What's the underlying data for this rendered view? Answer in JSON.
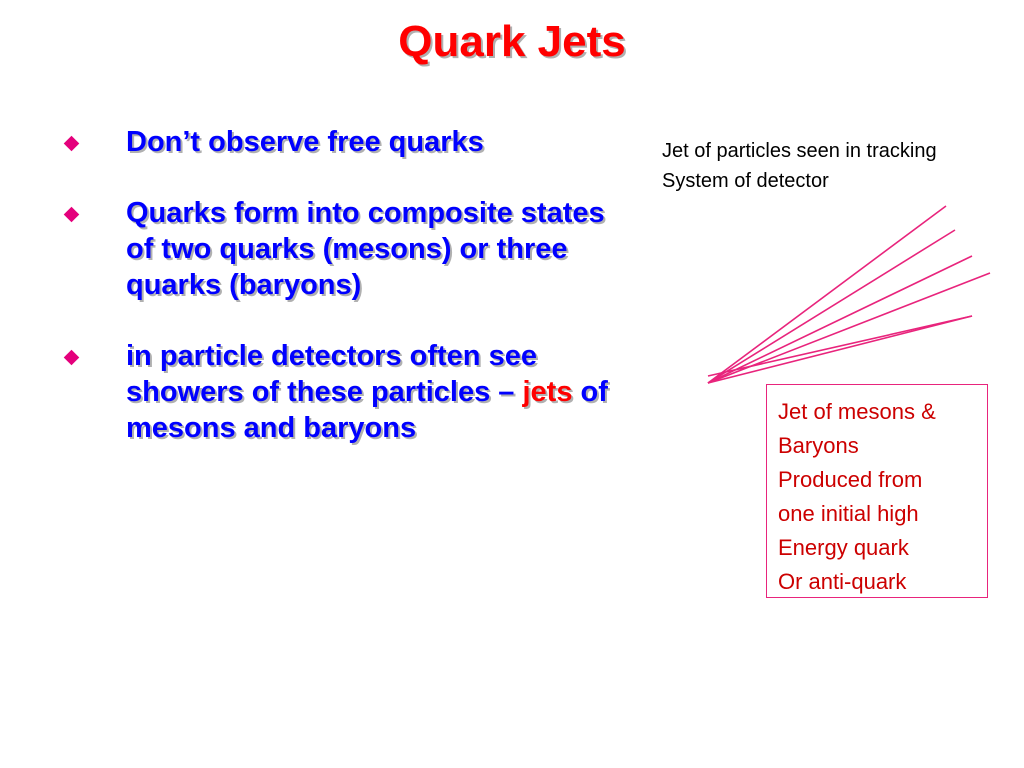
{
  "title": "Quark Jets",
  "bullets": [
    {
      "text": "Don’t observe free quarks"
    },
    {
      "text": "Quarks form into composite states of two quarks (mesons) or three quarks (baryons)"
    },
    {
      "before": "in particle detectors often see showers of these particles – ",
      "highlight": "jets",
      "after": " of mesons and baryons"
    }
  ],
  "caption": {
    "line1": "Jet of particles seen in tracking",
    "line2": "System of detector"
  },
  "box": {
    "lines": [
      "Jet of mesons &",
      "Baryons",
      "Produced from",
      "one initial high",
      "Energy quark",
      "Or anti-quark"
    ]
  },
  "colors": {
    "title": "#ff0000",
    "bullet_text": "#0000ff",
    "highlight": "#ff0000",
    "bullet_marker": "#e4007c",
    "jet_lines": "#e8247c",
    "box_text": "#cc0000"
  }
}
